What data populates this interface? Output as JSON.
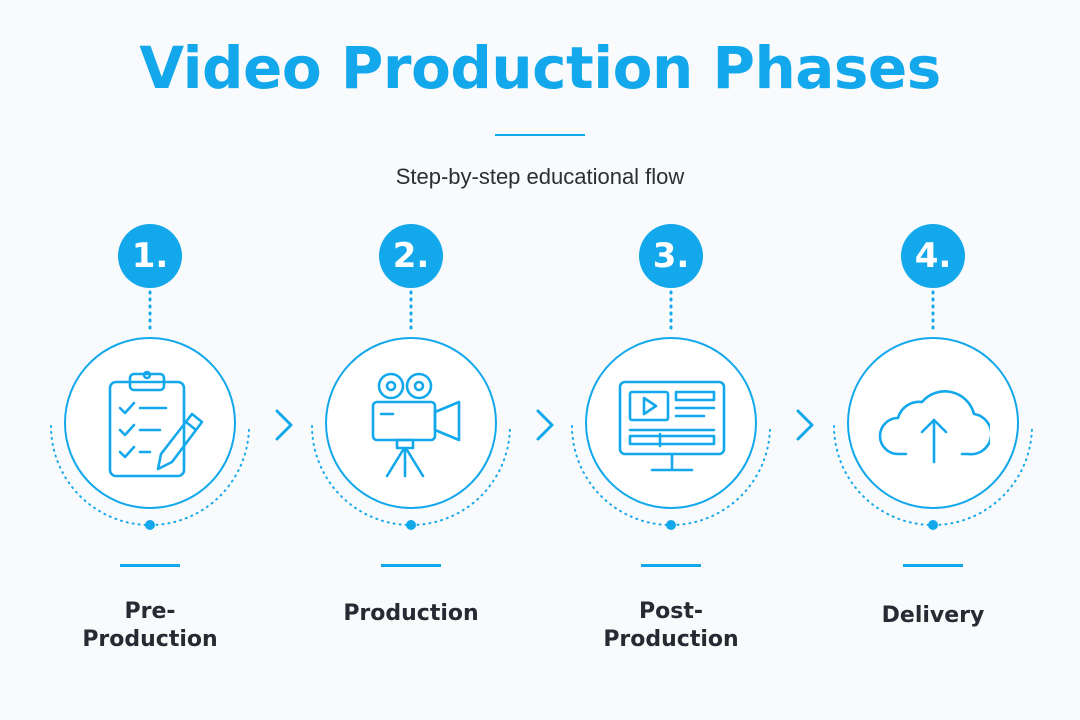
{
  "title": "Video Production Phases",
  "subtitle": "Step-by-step educational flow",
  "colors": {
    "accent": "#13a8ec",
    "text": "#262b33",
    "background": "#f9fafb"
  },
  "phases": [
    {
      "number": "1.",
      "label": "Pre-\nProduction",
      "icon": "clipboard-checklist-pencil-icon"
    },
    {
      "number": "2.",
      "label": "Production",
      "icon": "film-camera-tripod-icon"
    },
    {
      "number": "3.",
      "label": "Post-\nProduction",
      "icon": "video-editing-monitor-icon"
    },
    {
      "number": "4.",
      "label": "Delivery",
      "icon": "cloud-upload-icon"
    }
  ],
  "connector_icon": "chevron-right-icon"
}
